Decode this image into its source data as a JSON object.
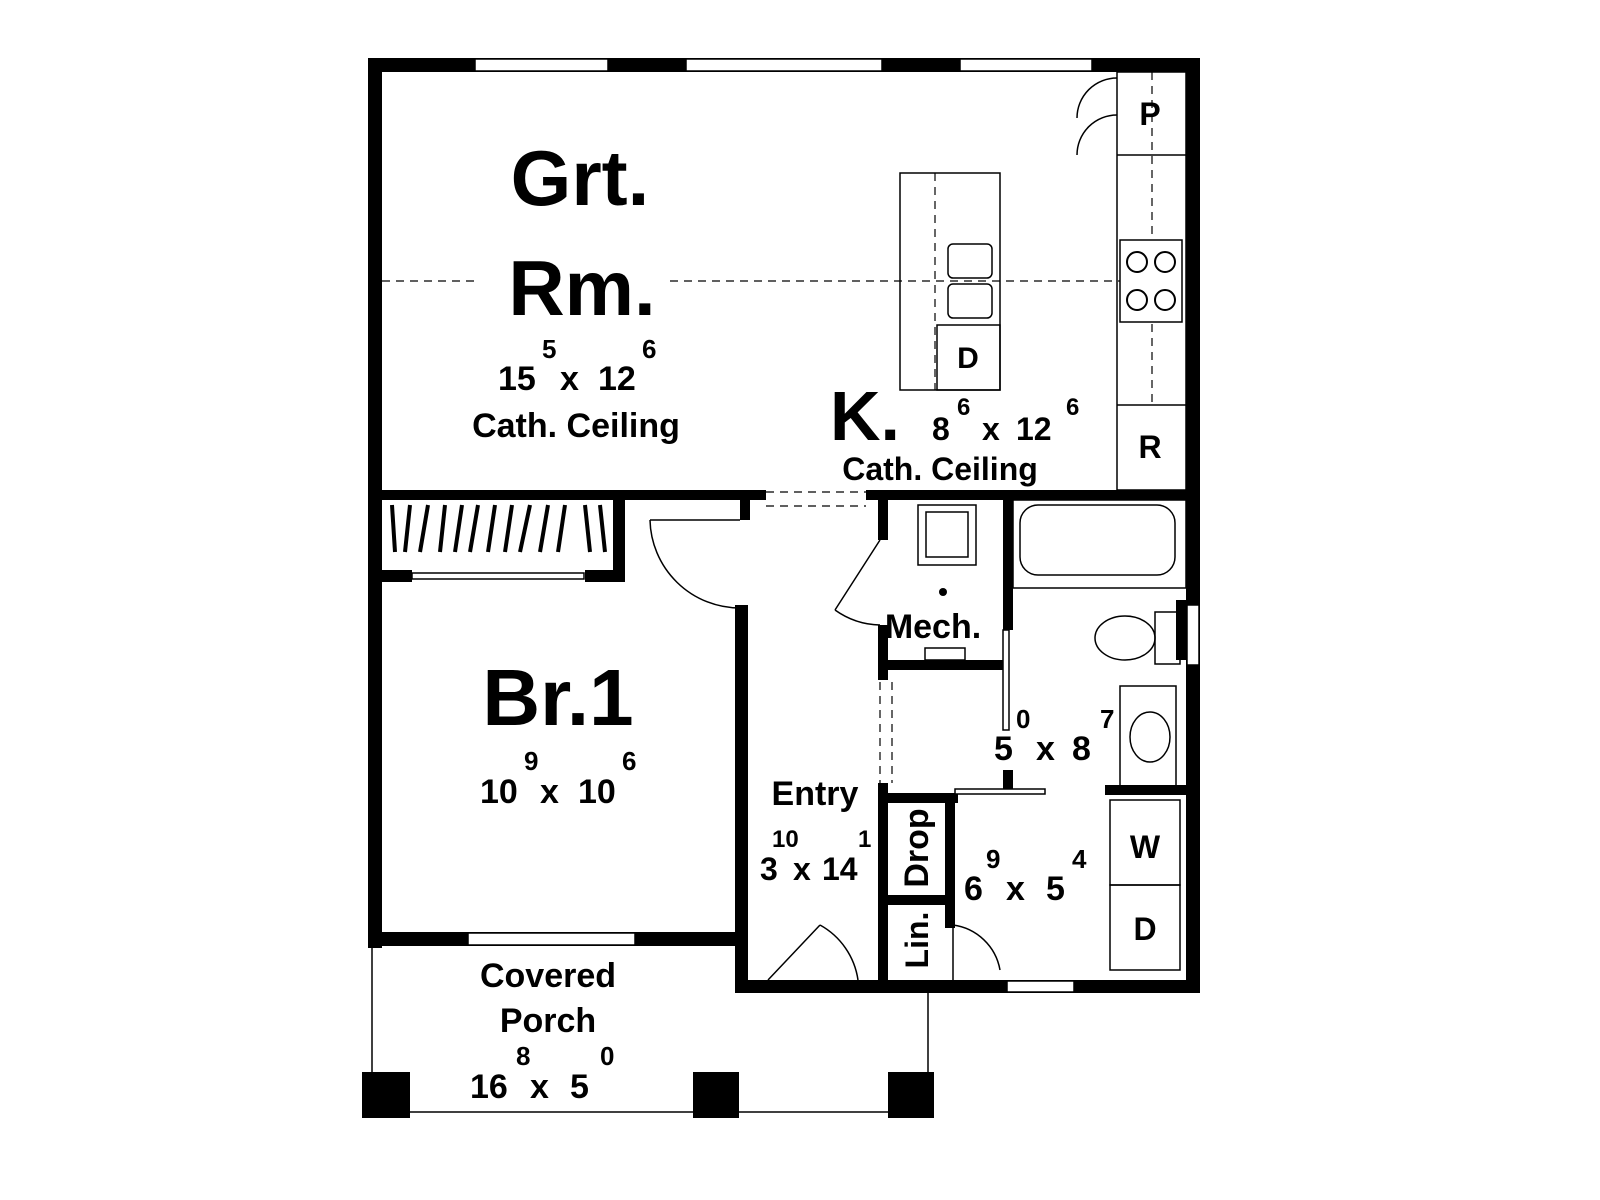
{
  "rooms": {
    "great_room": {
      "name_line1": "Grt.",
      "name_line2": "Rm.",
      "dim_a": "15",
      "dim_a_sup": "5",
      "dim_b": "12",
      "dim_b_sup": "6",
      "note": "Cath. Ceiling"
    },
    "kitchen": {
      "name": "K.",
      "dim_a": "8",
      "dim_a_sup": "6",
      "dim_b": "12",
      "dim_b_sup": "6",
      "note": "Cath. Ceiling"
    },
    "bedroom": {
      "name": "Br.1",
      "dim_a": "10",
      "dim_a_sup": "9",
      "dim_b": "10",
      "dim_b_sup": "6"
    },
    "bath": {
      "dim_a": "5",
      "dim_a_sup": "0",
      "dim_b": "8",
      "dim_b_sup": "7"
    },
    "laundry": {
      "dim_a": "6",
      "dim_a_sup": "9",
      "dim_b": "5",
      "dim_b_sup": "4"
    },
    "entry": {
      "name": "Entry",
      "dim_a": "3",
      "dim_a_sup": "10",
      "dim_b": "14",
      "dim_b_sup": "1"
    },
    "mech": {
      "name": "Mech."
    },
    "drop": {
      "name": "Drop"
    },
    "linen": {
      "name": "Lin."
    },
    "porch": {
      "name_line1": "Covered",
      "name_line2": "Porch",
      "dim_a": "16",
      "dim_a_sup": "8",
      "dim_b": "5",
      "dim_b_sup": "0"
    }
  },
  "fixtures": {
    "pantry": "P",
    "refrigerator": "R",
    "dishwasher": "D",
    "washer": "W",
    "dryer": "D"
  },
  "separator": "x"
}
